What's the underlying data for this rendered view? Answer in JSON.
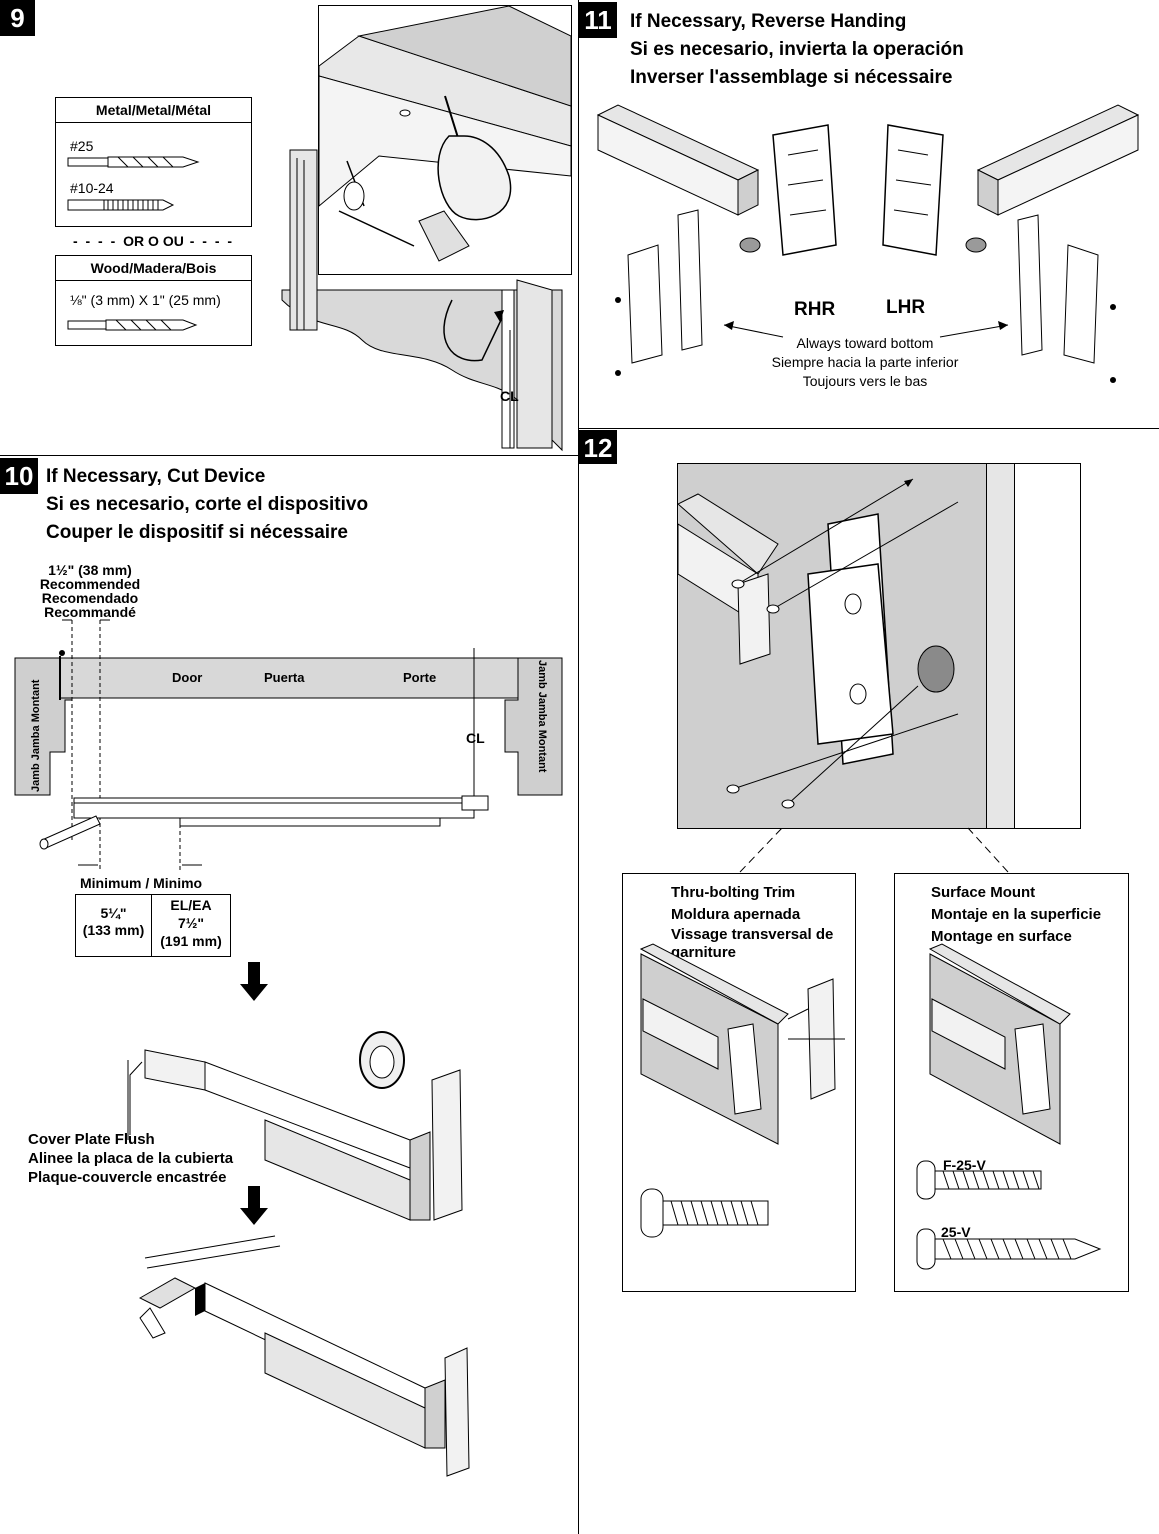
{
  "step9": {
    "number": "9",
    "metal_header": "Metal/Metal/Métal",
    "metal_drill": "#25",
    "metal_tap": "#10-24",
    "or_label": "OR  O  OU",
    "wood_header": "Wood/Madera/Bois",
    "wood_drill": "⅛\" (3 mm) X 1\" (25 mm)",
    "cl_label": "CL"
  },
  "step10": {
    "number": "10",
    "title_en": "If Necessary, Cut Device",
    "title_es": "Si es necesario, corte el dispositivo",
    "title_fr": "Couper le dispositif si nécessaire",
    "recommended_dim": "1½\" (38 mm)",
    "recommended_en": "Recommended",
    "recommended_es": "Recomendado",
    "recommended_fr": "Recommandé",
    "jamb_left": "Jamb Jamba Montant",
    "jamb_right": "Jamb Jamba Montant",
    "door_en": "Door",
    "door_es": "Puerta",
    "door_fr": "Porte",
    "cl_label": "CL",
    "minimum_label": "Minimum / Minimo",
    "min_std_value": "5¼\"",
    "min_std_mm": "(133 mm)",
    "min_el_header": "EL/EA",
    "min_el_value": "7½\"",
    "min_el_mm": "(191 mm)",
    "cover_en": "Cover Plate Flush",
    "cover_es": "Alinee la placa de la cubierta",
    "cover_fr": "Plaque-couvercle encastrée"
  },
  "step11": {
    "number": "11",
    "title_en": "If Necessary, Reverse Handing",
    "title_es": "Si es necesario, invierta la operación",
    "title_fr": "Inverser l'assemblage si nécessaire",
    "rhr": "RHR",
    "lhr": "LHR",
    "note_en": "Always toward bottom",
    "note_es": "Siempre hacia la parte inferior",
    "note_fr": "Toujours vers le bas"
  },
  "step12": {
    "number": "12",
    "thru_en": "Thru-bolting Trim",
    "thru_es": "Moldura apernada",
    "thru_fr": "Vissage transversal de garniture",
    "surface_en": "Surface Mount",
    "surface_es": "Montaje en la superficie",
    "surface_fr": "Montage en surface",
    "screw_f25v": "F-25-V",
    "screw_25v": "25-V"
  },
  "colors": {
    "wall_gray": "#cfcfcf",
    "door_gray": "#d8d8d8",
    "dark_gray": "#8a8a8a"
  }
}
